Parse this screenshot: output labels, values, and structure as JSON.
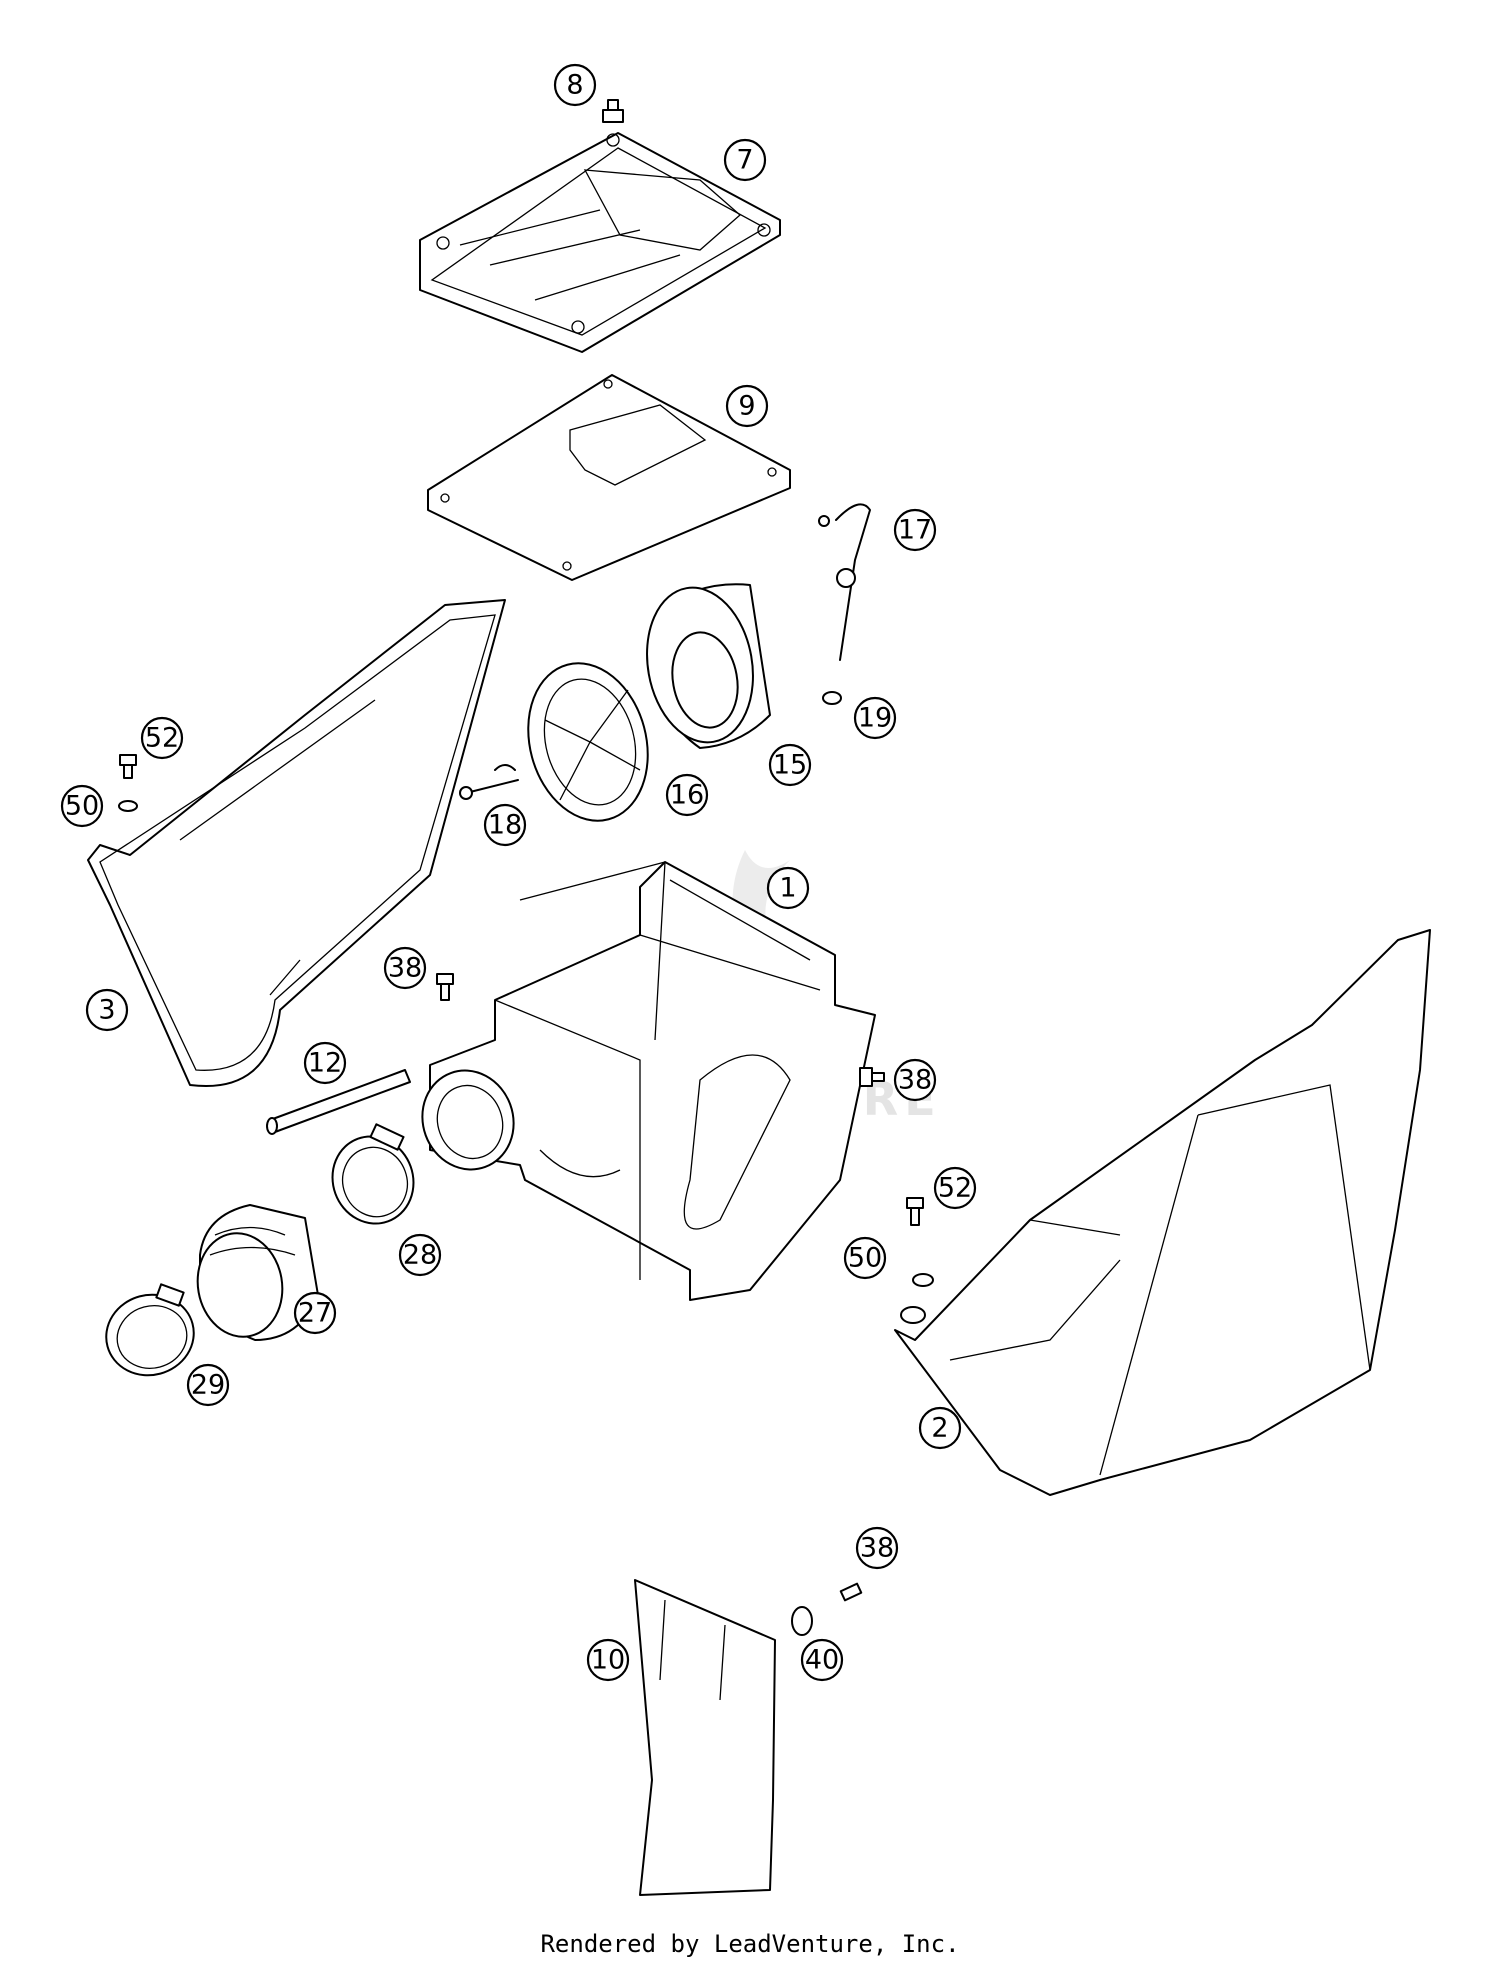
{
  "callouts": [
    {
      "id": "c1",
      "label": "1"
    },
    {
      "id": "c2",
      "label": "2"
    },
    {
      "id": "c3",
      "label": "3"
    },
    {
      "id": "c7",
      "label": "7"
    },
    {
      "id": "c8",
      "label": "8"
    },
    {
      "id": "c9",
      "label": "9"
    },
    {
      "id": "c10",
      "label": "10"
    },
    {
      "id": "c12",
      "label": "12"
    },
    {
      "id": "c15",
      "label": "15"
    },
    {
      "id": "c16",
      "label": "16"
    },
    {
      "id": "c17",
      "label": "17"
    },
    {
      "id": "c18",
      "label": "18"
    },
    {
      "id": "c19",
      "label": "19"
    },
    {
      "id": "c27",
      "label": "27"
    },
    {
      "id": "c28",
      "label": "28"
    },
    {
      "id": "c29",
      "label": "29"
    },
    {
      "id": "c38a",
      "label": "38"
    },
    {
      "id": "c38b",
      "label": "38"
    },
    {
      "id": "c38c",
      "label": "38"
    },
    {
      "id": "c40",
      "label": "40"
    },
    {
      "id": "c50a",
      "label": "50"
    },
    {
      "id": "c50b",
      "label": "50"
    },
    {
      "id": "c52a",
      "label": "52"
    },
    {
      "id": "c52b",
      "label": "52"
    }
  ],
  "watermark": "LEADVENTURE",
  "footer": "Rendered by LeadVenture, Inc."
}
